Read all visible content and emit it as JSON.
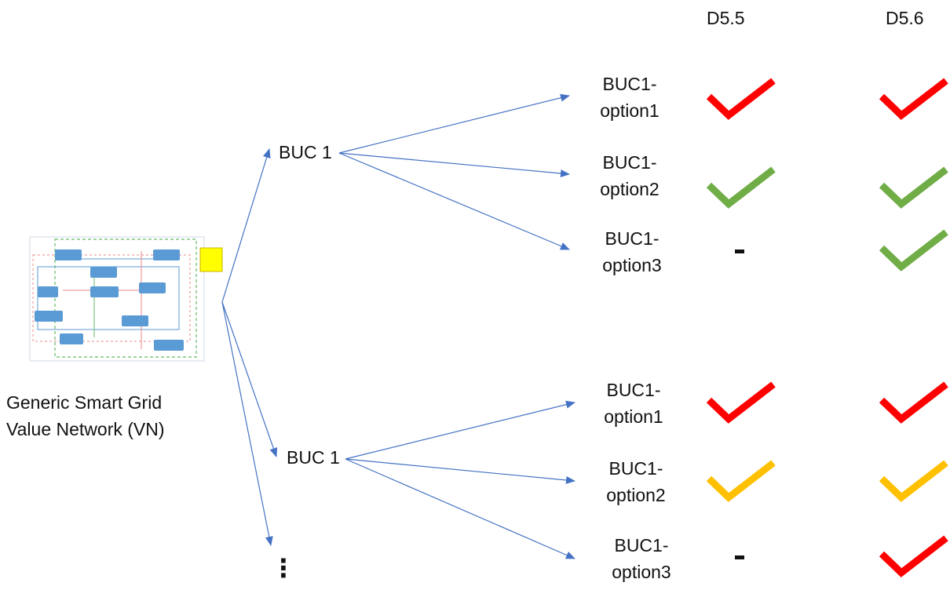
{
  "columns": [
    "D5.5",
    "D5.6"
  ],
  "caption": {
    "line1": "Generic Smart Grid",
    "line2": "Value Network (VN)"
  },
  "groups": [
    {
      "label": "BUC 1",
      "options": [
        {
          "line1": "BUC1-",
          "line2": "option1",
          "d55": "check-red",
          "d56": "check-red"
        },
        {
          "line1": "BUC1-",
          "line2": "option2",
          "d55": "check-green",
          "d56": "check-green"
        },
        {
          "line1": "BUC1-",
          "line2": "option3",
          "d55": "dash",
          "d56": "check-green"
        }
      ]
    },
    {
      "label": "BUC 1",
      "options": [
        {
          "line1": "BUC1-",
          "line2": "option1",
          "d55": "check-red",
          "d56": "check-red"
        },
        {
          "line1": "BUC1-",
          "line2": "option2",
          "d55": "check-yellow",
          "d56": "check-yellow"
        },
        {
          "line1": "BUC1-",
          "line2": "option3",
          "d55": "dash",
          "d56": "check-red"
        }
      ]
    }
  ],
  "ellipsis": "⋮",
  "colors": {
    "arrow": "#4472c4",
    "red": "#ff0000",
    "green": "#70ad47",
    "yellow": "#ffc000",
    "thumb_box": "#5b9bd5",
    "thumb_legend": "#ffff00"
  }
}
